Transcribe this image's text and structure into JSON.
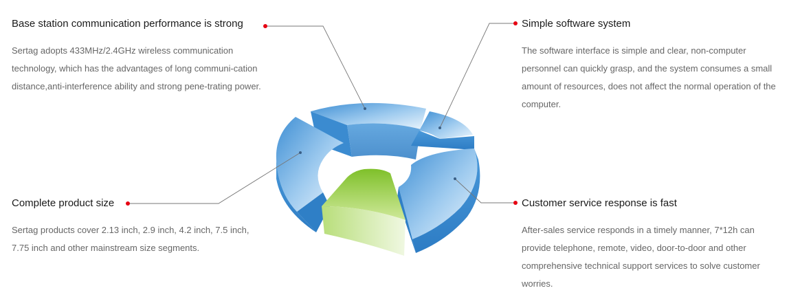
{
  "features": [
    {
      "title": "Base station communication performance is strong",
      "description": "Sertag adopts 433MHz/2.4GHz wireless communication technology, which has the advantages of long communi-cation distance,anti-interference ability and strong pene-trating power."
    },
    {
      "title": "Simple software system",
      "description": "The software interface is simple and clear, non-computer personnel can quickly grasp, and the system consumes a small amount of resources, does not affect the normal operation of the computer."
    },
    {
      "title": "Complete product size",
      "description": "Sertag  products cover 2.13 inch, 2.9 inch, 4.2 inch, 7.5 inch, 7.75 inch and other mainstream size segments."
    },
    {
      "title": "Customer service response is fast",
      "description": "After-sales service responds in a timely manner, 7*12h can provide telephone, remote, video, door-to-door and other comprehensive technical support services to solve customer worries."
    }
  ],
  "colors": {
    "marker_dot": "#e60012",
    "segment_blue": "#5fa8de",
    "segment_green": "#8cc63f",
    "connector_line": "#777777",
    "title_text": "#1a1a1a",
    "body_text": "#666666"
  }
}
